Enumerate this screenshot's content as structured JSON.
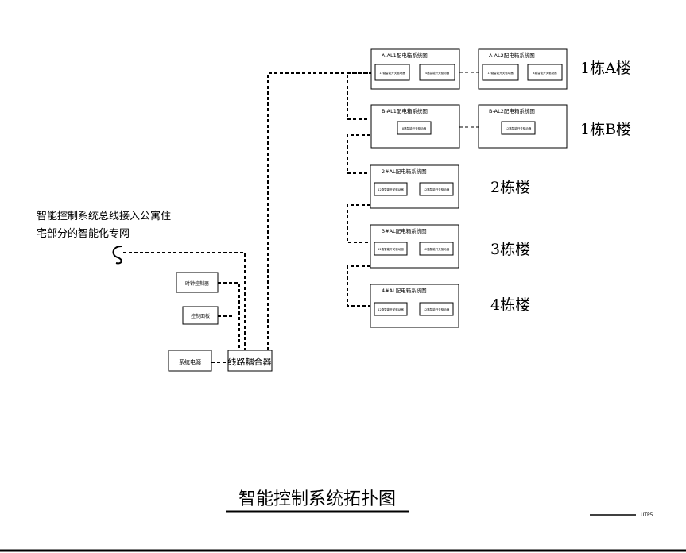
{
  "title": "智能控制系统拓扑图",
  "legend_label": "UTP5",
  "bus_note_line1": "智能控制系统总线接入公寓住",
  "bus_note_line2": "宅部分的智能化专网",
  "coupler_label": "线路耦合器",
  "power_label": "系统电源",
  "timer_label": "时钟控制器",
  "panel_label": "控制面板",
  "buildings": {
    "b1a": "1栋A楼",
    "b1b": "1栋B楼",
    "b2": "2栋楼",
    "b3": "3栋楼",
    "b4": "4栋楼"
  },
  "panels": {
    "a_al1": {
      "title": "A-AL1配电箱系统图",
      "m1": "12路智能开关驱动器",
      "m2": "4路智能开关驱动器"
    },
    "a_al2": {
      "title": "A-AL2配电箱系统图",
      "m1": "12路智能开关驱动器",
      "m2": "4路智能开关驱动器"
    },
    "b_al1": {
      "title": "B-AL1配电箱系统图",
      "m1": "8路智能开关驱动器"
    },
    "b_al2": {
      "title": "B-AL2配电箱系统图",
      "m1": "12路智能开关驱动器"
    },
    "al2": {
      "title": "2#AL配电箱系统图",
      "m1": "12路智能开关驱动器",
      "m2": "12路智能开关驱动器"
    },
    "al3": {
      "title": "3#AL配电箱系统图",
      "m1": "12路智能开关驱动器",
      "m2": "12路智能开关驱动器"
    },
    "al4": {
      "title": "4#AL配电箱系统图",
      "m1": "12路智能开关驱动器",
      "m2": "12路智能开关驱动器"
    }
  }
}
